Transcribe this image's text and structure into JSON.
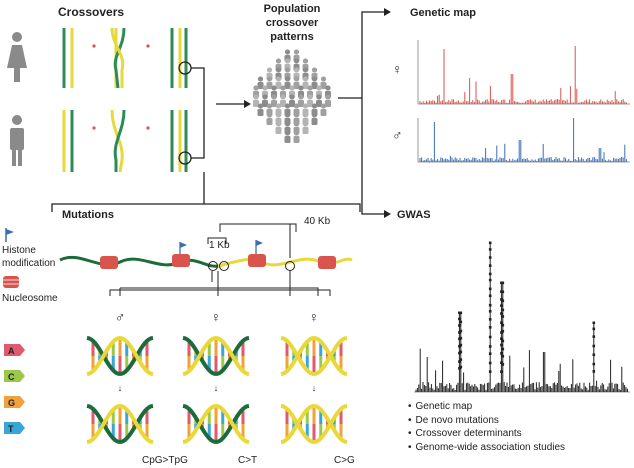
{
  "labels": {
    "crossovers": "Crossovers",
    "population": "Population",
    "crossover_patterns_1": "crossover",
    "crossover_patterns_2": "patterns",
    "genetic_map": "Genetic map",
    "gwas": "GWAS",
    "mutations": "Mutations",
    "histone_1": "Histone",
    "histone_2": "modification",
    "nucleosome": "Nucleosome",
    "kb40": "40 Kb",
    "kb1": "1 Kb",
    "male_symbol": "♂",
    "female_symbol": "♀",
    "base_a": "A",
    "base_c": "C",
    "base_g": "G",
    "base_t": "T",
    "mut1": "CpG>TpG",
    "mut2": "C>T",
    "mut3": "C>G"
  },
  "bullets": [
    "Genetic map",
    "De novo mutations",
    "Crossover determinants",
    "Genome-wide association studies"
  ],
  "colors": {
    "yellow": "#e8d83a",
    "green": "#2e8b57",
    "dark_green": "#1d6b3a",
    "female_map": "#d9544d",
    "male_map": "#3b6fb0",
    "nucleosome": "#d9544d",
    "base_a": "#e05a6d",
    "base_c": "#9cc84a",
    "base_g": "#f0a23c",
    "base_t": "#3aa6d8"
  },
  "icons": [
    "female-person-icon",
    "male-person-icon",
    "crowd-icon",
    "histone-flag-icon",
    "nucleosome-icon",
    "dna-helix-icon"
  ]
}
